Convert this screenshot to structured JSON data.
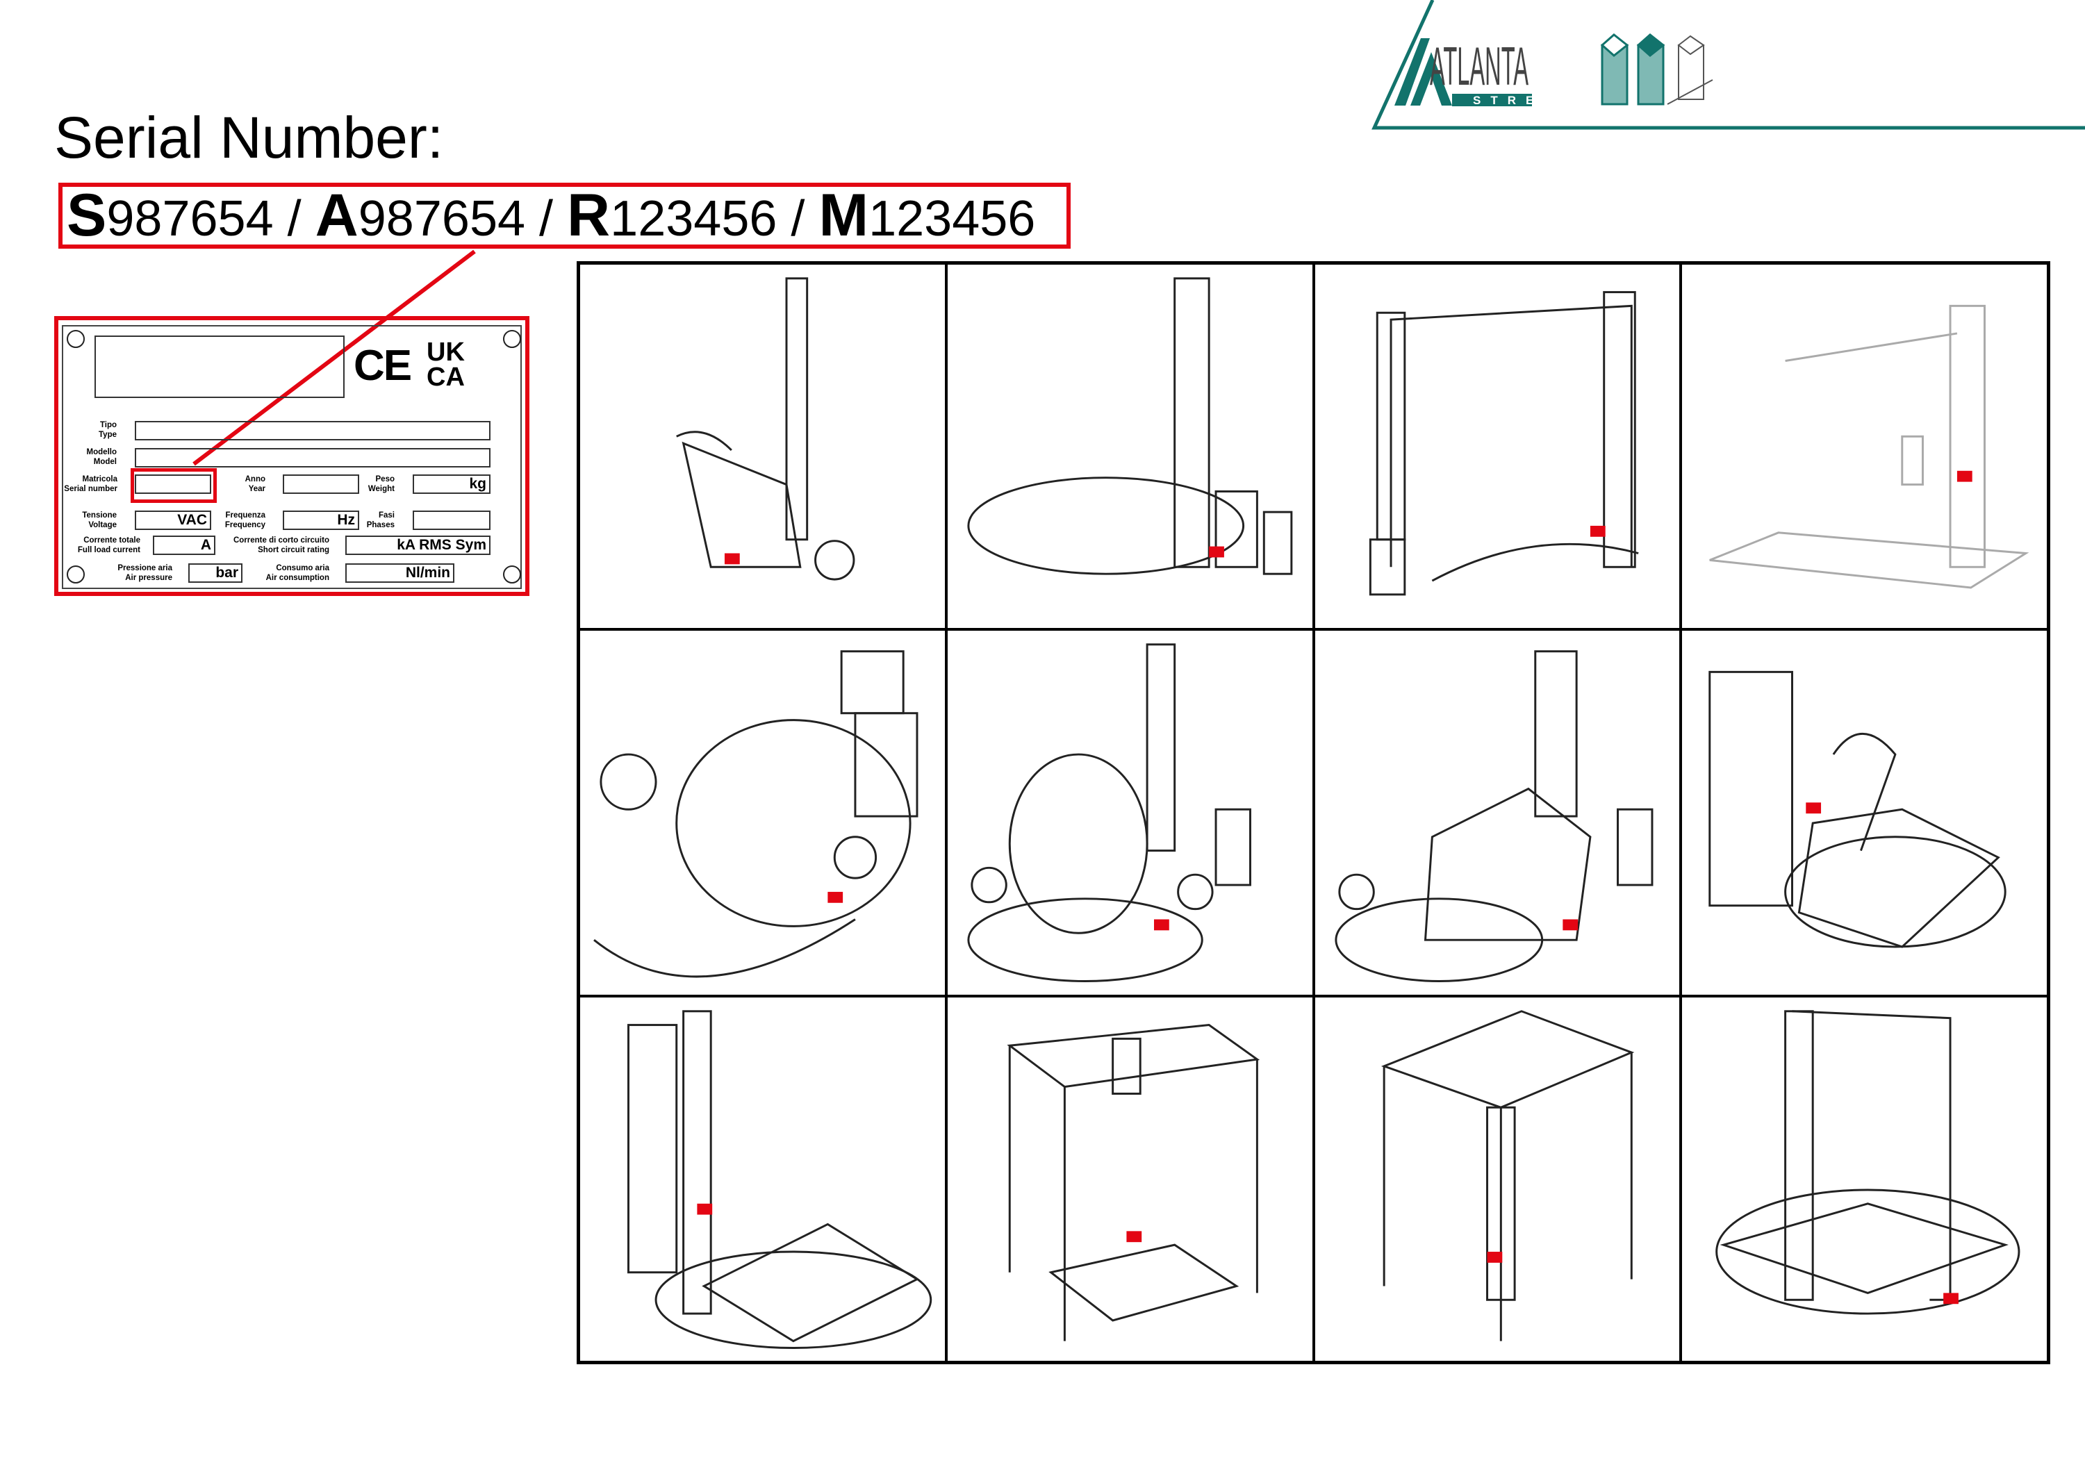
{
  "title": "Serial Number:",
  "serial": [
    {
      "prefix": "S",
      "digits": "987654"
    },
    {
      "prefix": "A",
      "digits": "987654"
    },
    {
      "prefix": "R",
      "digits": "123456"
    },
    {
      "prefix": "M",
      "digits": "123456"
    }
  ],
  "separator": " / ",
  "logo": {
    "name": "ATLANTA",
    "sub": "STRETCH",
    "color": "#12736c"
  },
  "plate": {
    "marks": {
      "ce": "CE",
      "ukca_top": "UK",
      "ukca_bottom": "CA"
    },
    "tipo": "Tipo",
    "type": "Type",
    "modello": "Modello",
    "model": "Model",
    "matricola": "Matricola",
    "serial_number": "Serial number",
    "anno": "Anno",
    "year": "Year",
    "peso": "Peso",
    "weight": "Weight",
    "weight_unit": "kg",
    "tensione": "Tensione",
    "voltage": "Voltage",
    "voltage_unit": "VAC",
    "frequenza": "Frequenza",
    "frequency": "Frequency",
    "frequency_unit": "Hz",
    "fasi": "Fasi",
    "phases": "Phases",
    "corrente_totale": "Corrente totale",
    "full_load_current": "Full load current",
    "current_unit": "A",
    "corrente_corto": "Corrente di corto circuito",
    "short_circuit": "Short circuit rating",
    "short_circuit_unit": "kA RMS Sym",
    "pressione": "Pressione aria",
    "air_pressure": "Air pressure",
    "pressure_unit": "bar",
    "consumo": "Consumo aria",
    "air_consumption": "Air consumption",
    "consumption_unit": "Nl/min"
  },
  "highlight_color": "#e30613",
  "machines": [
    "mobile-column-wrapper",
    "turntable-wrapper",
    "rotary-arm-wrapper",
    "rotary-arm-wrapper-large",
    "robot-wrapper-1",
    "robot-wrapper-2",
    "robot-wrapper-3",
    "automatic-turntable-cabinet",
    "automatic-turntable-column",
    "gantry-wrapper",
    "ring-wrapper",
    "ring-wrapper-2"
  ]
}
